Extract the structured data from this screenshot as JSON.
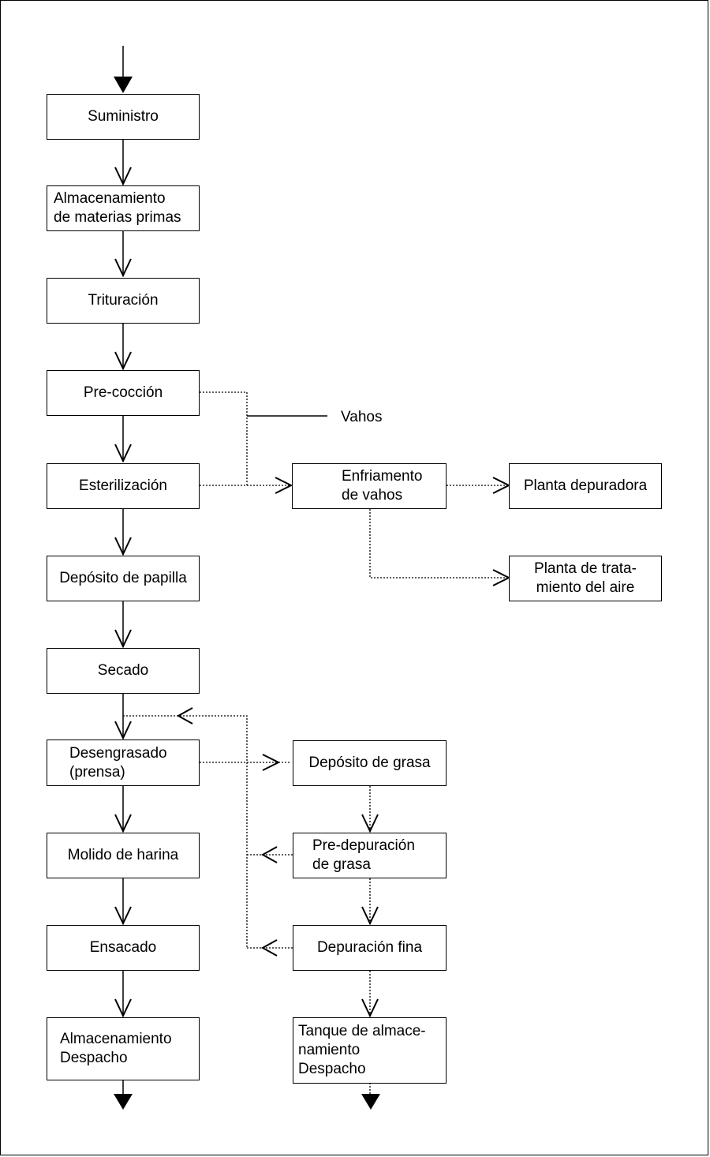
{
  "nodes": {
    "suministro": "Suministro",
    "almacenamiento_mp": "Almacenamiento\nde materias primas",
    "trituracion": "Trituración",
    "precoccion": "Pre-cocción",
    "esterilizacion": "Esterilización",
    "deposito_papilla": "Depósito de papilla",
    "secado": "Secado",
    "desengrasado": "Desengrasado\n(prensa)",
    "molido": "Molido de harina",
    "ensacado": "Ensacado",
    "almacenamiento_despacho": "Almacenamiento\nDespacho",
    "enfriamiento": "Enfriamento\nde vahos",
    "planta_depuradora": "Planta depuradora",
    "planta_aire": "Planta de trata-\nmiento del aire",
    "deposito_grasa": "Depósito de grasa",
    "predepuracion": "Pre-depuración\nde grasa",
    "depuracion_fina": "Depuración fina",
    "tanque": "Tanque de almace-\nnamiento\nDespacho"
  },
  "labels": {
    "vahos": "Vahos"
  }
}
